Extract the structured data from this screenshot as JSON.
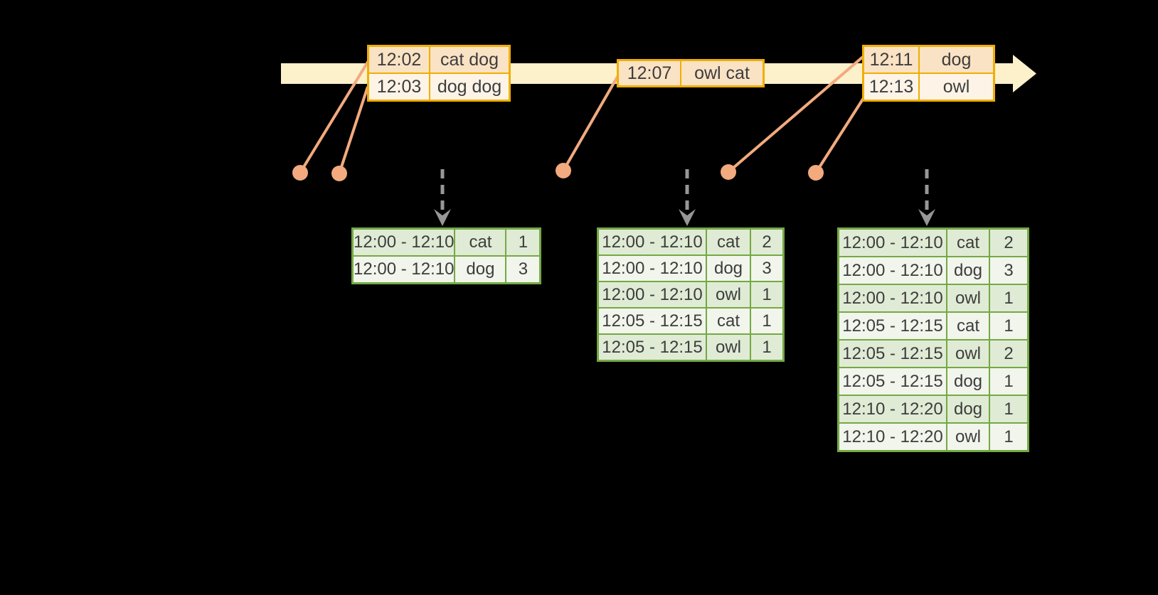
{
  "colors": {
    "timeline_band": "#FCF1CB",
    "orange_border": "#F0AE00",
    "peach_dark": "#FAE2C4",
    "peach_light": "#FDF4E7",
    "connector": "#F2AA7E",
    "green_border": "#74A944",
    "green_dark": "#E0EBD5",
    "green_light": "#F1F5EC",
    "arrow_gray": "#979797",
    "text_color": "#3D3D3D",
    "bg": "#000000"
  },
  "icons": {
    "timeline_arrowhead": "right-arrow",
    "trigger_arrow": "dashed-down-arrow",
    "event_dot": "filled-circle"
  },
  "event_tables": [
    {
      "rows": [
        {
          "time": "12:02",
          "words": "cat dog"
        },
        {
          "time": "12:03",
          "words": "dog dog"
        }
      ]
    },
    {
      "rows": [
        {
          "time": "12:07",
          "words": "owl cat"
        }
      ]
    },
    {
      "rows": [
        {
          "time": "12:11",
          "words": "dog"
        },
        {
          "time": "12:13",
          "words": "owl"
        }
      ]
    }
  ],
  "result_tables": [
    {
      "rows": [
        {
          "window": "12:00 - 12:10",
          "word": "cat",
          "count": "1"
        },
        {
          "window": "12:00 - 12:10",
          "word": "dog",
          "count": "3"
        }
      ]
    },
    {
      "rows": [
        {
          "window": "12:00 - 12:10",
          "word": "cat",
          "count": "2"
        },
        {
          "window": "12:00 - 12:10",
          "word": "dog",
          "count": "3"
        },
        {
          "window": "12:00 - 12:10",
          "word": "owl",
          "count": "1"
        },
        {
          "window": "12:05 - 12:15",
          "word": "cat",
          "count": "1"
        },
        {
          "window": "12:05 - 12:15",
          "word": "owl",
          "count": "1"
        }
      ]
    },
    {
      "rows": [
        {
          "window": "12:00 - 12:10",
          "word": "cat",
          "count": "2"
        },
        {
          "window": "12:00 - 12:10",
          "word": "dog",
          "count": "3"
        },
        {
          "window": "12:00 - 12:10",
          "word": "owl",
          "count": "1"
        },
        {
          "window": "12:05 - 12:15",
          "word": "cat",
          "count": "1"
        },
        {
          "window": "12:05 - 12:15",
          "word": "owl",
          "count": "2"
        },
        {
          "window": "12:05 - 12:15",
          "word": "dog",
          "count": "1"
        },
        {
          "window": "12:10 - 12:20",
          "word": "dog",
          "count": "1"
        },
        {
          "window": "12:10 - 12:20",
          "word": "owl",
          "count": "1"
        }
      ]
    }
  ]
}
